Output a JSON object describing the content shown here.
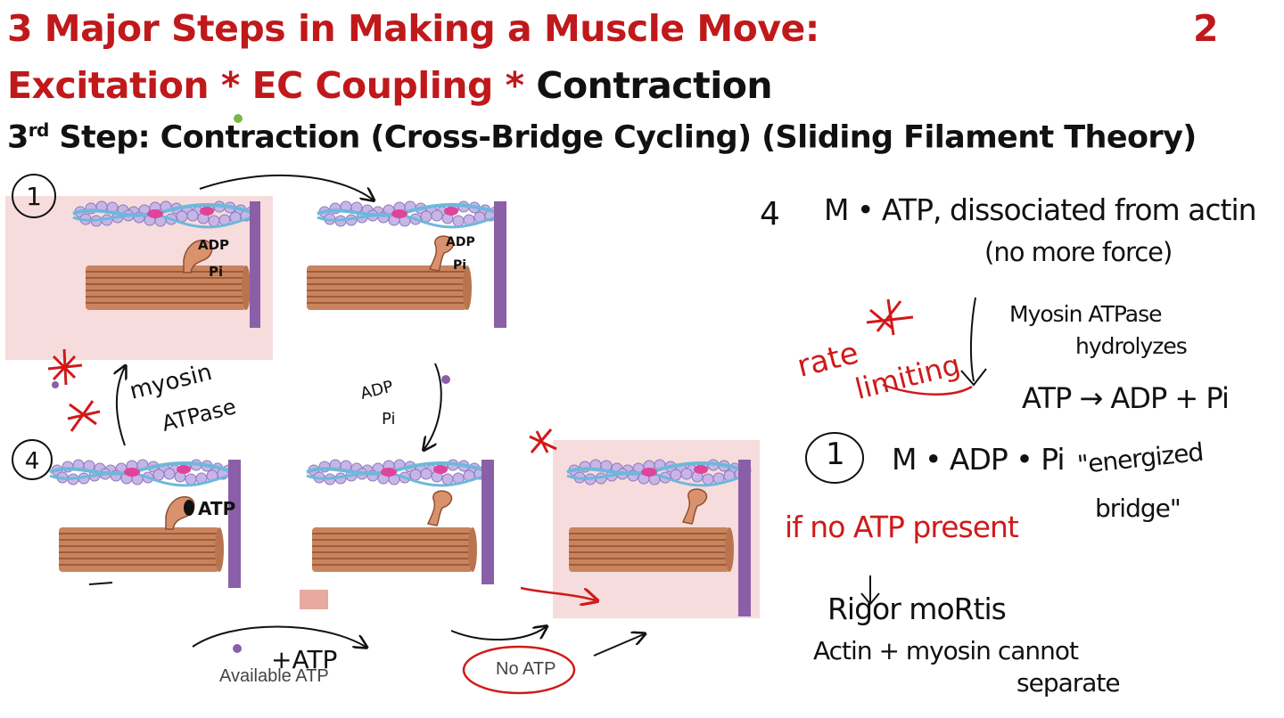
{
  "header": {
    "title_line1": "3 Major Steps in Making a Muscle Move:",
    "slide_number": "2",
    "line2_red": "Excitation * EC Coupling * ",
    "line2_black": "Contraction",
    "line3_pre": "3",
    "line3_sup": "rd",
    "line3_post": " Step: Contraction (Cross-Bridge Cycling) (Sliding Filament Theory)"
  },
  "diagram": {
    "step1_circle": "1",
    "step4_circle": "4",
    "panel1_adp": "ADP",
    "panel1_pi": "Pi",
    "panel2_adp": "ADP",
    "panel2_pi": "Pi",
    "panel4_atp": "ATP",
    "label_myosin": "myosin",
    "label_atpase": "ATPase",
    "label_adp_arrow": "ADP",
    "label_pi_arrow": "Pi",
    "label_plus_atp": "+ATP",
    "caption_available_atp": "Available ATP",
    "caption_no_atp": "No ATP"
  },
  "notes": {
    "step4_circle": "4",
    "step4_text": "M • ATP, dissociated from actin",
    "step4_sub": "(no more force)",
    "myosin_atpase": "Myosin ATPase",
    "hydrolyzes": "hydrolyzes",
    "reaction": "ATP → ADP + Pi",
    "rate": "rate",
    "limiting": "limiting",
    "step1_circle": "1",
    "step1_text": "M • ADP • Pi",
    "energized": "\"energized",
    "bridge": "bridge\"",
    "if_no_atp": "if no ATP present",
    "rigor": "Rigor moRtis",
    "cannot": "Actin + myosin cannot",
    "separate": "separate"
  },
  "colors": {
    "title_red": "#c0191b",
    "ink_red": "#d01a1a",
    "panel_pink": "#f6dcdc",
    "thick_filament": "#c9845e",
    "z_line": "#8b5fa8",
    "actin_bead": "#c8b5e8",
    "tropomyosin": "#6fb7dc",
    "troponin": "#e0449a"
  }
}
